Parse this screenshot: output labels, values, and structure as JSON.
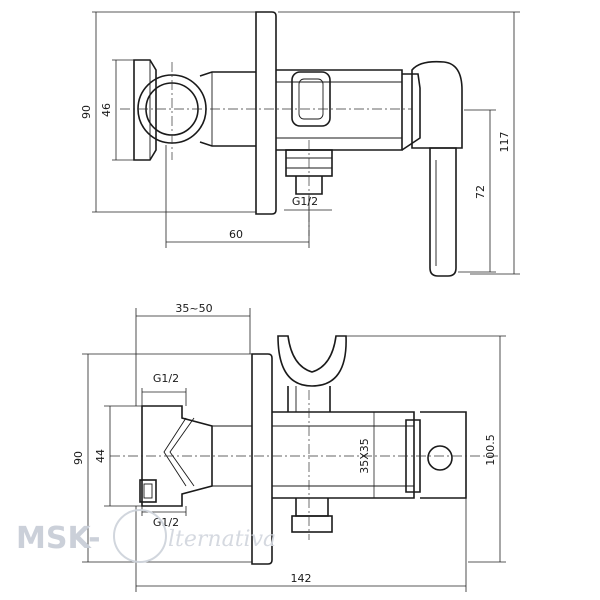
{
  "top_view": {
    "dim_height_left": "90",
    "dim_flange": "46",
    "dim_length": "60",
    "dim_thread": "G1/2",
    "dim_lever": "72",
    "dim_height_right": "117"
  },
  "bottom_view": {
    "dim_wall": "35~50",
    "dim_thread_top": "G1/2",
    "dim_thread_bottom": "G1/2",
    "dim_height_left": "90",
    "dim_inner": "44",
    "dim_square": "35X35",
    "dim_height_right": "100.5",
    "dim_total_length": "142"
  },
  "watermark": {
    "brand": "MSK-",
    "suffix": "lternativa"
  }
}
